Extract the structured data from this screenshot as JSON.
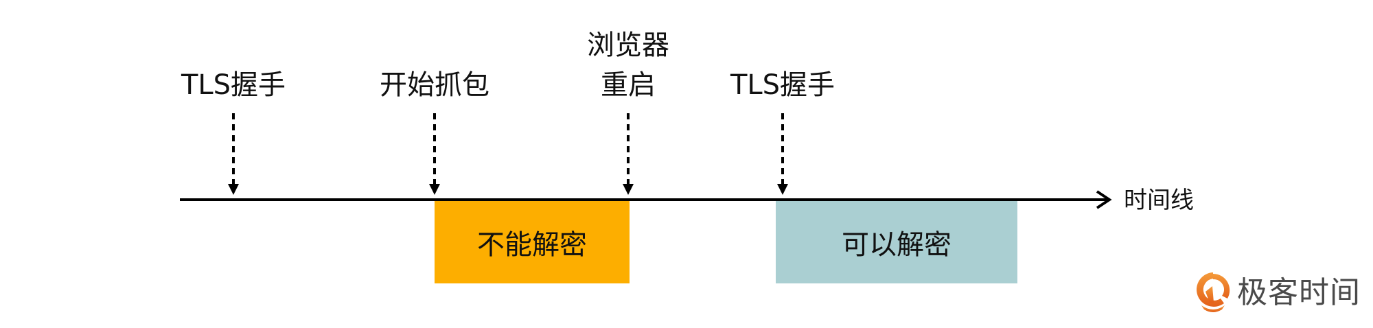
{
  "diagram": {
    "timeline_label": "时间线",
    "events": [
      {
        "label_lines": [
          "TLS握手"
        ]
      },
      {
        "label_lines": [
          "开始抓包"
        ]
      },
      {
        "label_lines": [
          "浏览器",
          "重启"
        ]
      },
      {
        "label_lines": [
          "TLS握手"
        ]
      }
    ],
    "periods": [
      {
        "label": "不能解密",
        "color": "#FDAE00"
      },
      {
        "label": "可以解密",
        "color": "#AACFD2"
      }
    ]
  },
  "logo": {
    "text": "极客时间",
    "accent_color": "#F07A1E"
  }
}
